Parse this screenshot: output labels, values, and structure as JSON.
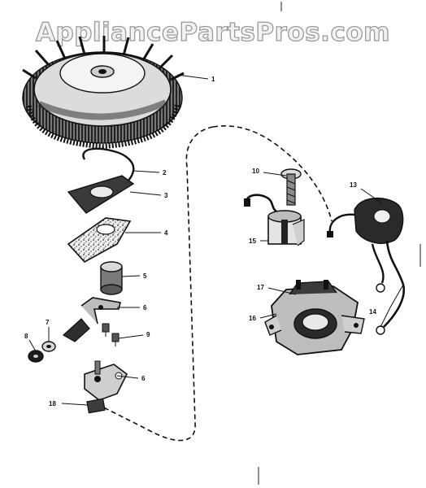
{
  "watermark": "AppliancePartsPros.com",
  "callouts": [
    {
      "id": "c1",
      "label": "1"
    },
    {
      "id": "c2",
      "label": "2"
    },
    {
      "id": "c3",
      "label": "3"
    },
    {
      "id": "c4",
      "label": "4"
    },
    {
      "id": "c5",
      "label": "5"
    },
    {
      "id": "c6a",
      "label": "6"
    },
    {
      "id": "c6b",
      "label": "6"
    },
    {
      "id": "c7",
      "label": "7"
    },
    {
      "id": "c8",
      "label": "8"
    },
    {
      "id": "c9",
      "label": "9"
    },
    {
      "id": "c10",
      "label": "10"
    },
    {
      "id": "c13",
      "label": "13"
    },
    {
      "id": "c14",
      "label": "14"
    },
    {
      "id": "c15",
      "label": "15"
    },
    {
      "id": "c16",
      "label": "16"
    },
    {
      "id": "c17",
      "label": "17"
    },
    {
      "id": "c18",
      "label": "18"
    }
  ]
}
